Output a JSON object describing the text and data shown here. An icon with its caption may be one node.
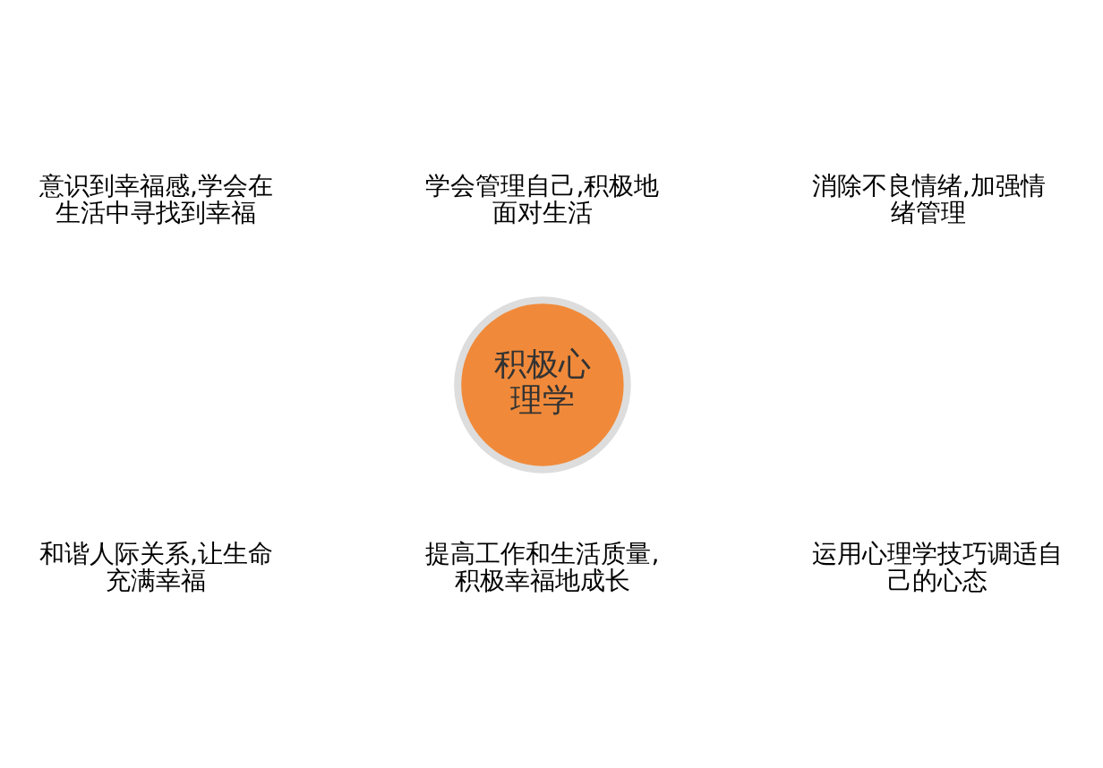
{
  "diagram": {
    "nodes": [
      {
        "text": [
          "积极心理学"
        ]
      }
    ],
    "labels": [
      "意识到幸福感,学会在生活中寻找到幸福",
      "学会管理自己,积极地面对生活",
      "消除不良情绪,加强情绪管理",
      "和谐人际关系,让生命充满幸福",
      "提高工作和生活质量,积极幸福地成长",
      "运用心理学技巧调适自己的心态"
    ]
  }
}
